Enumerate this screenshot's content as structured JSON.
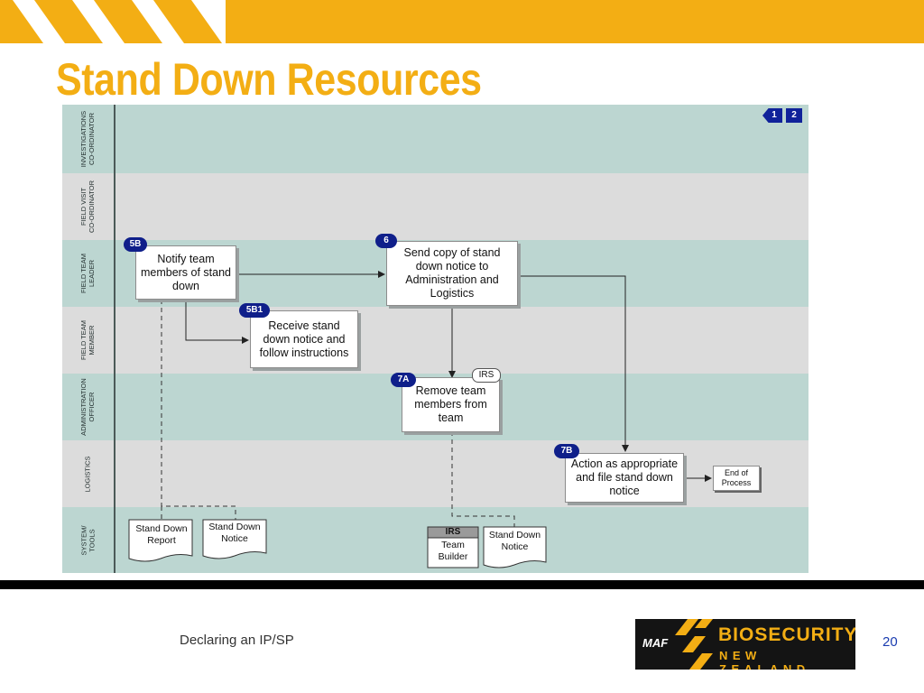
{
  "slide": {
    "title": "Stand Down Resources",
    "footer": "Declaring an IP/SP",
    "page_number": "20"
  },
  "logo": {
    "maf": "MAF",
    "line1": "BIOSECURITY",
    "line2": "NEW ZEALAND"
  },
  "nav": [
    "1",
    "2"
  ],
  "lanes": [
    "INVESTIGATIONS\nCO-ORDINATOR",
    "FIELD VISIT\nCO-ORDINATOR",
    "FIELD TEAM\nLEADER",
    "FIELD TEAM\nMEMBER",
    "ADMINISTRATION\nOFFICER",
    "LOGISTICS",
    "SYSTEM/\nTOOLS"
  ],
  "steps": {
    "s5b": {
      "badge": "5B",
      "text": "Notify team members of stand down"
    },
    "s5b1": {
      "badge": "5B1",
      "text": "Receive stand down notice and follow instructions"
    },
    "s6": {
      "badge": "6",
      "text": "Send copy of stand down notice to Administration and Logistics"
    },
    "s7a": {
      "badge": "7A",
      "tag": "IRS",
      "text": "Remove team members from team"
    },
    "s7b": {
      "badge": "7B",
      "text": "Action as appropriate and file stand down notice"
    },
    "end": {
      "text": "End of Process"
    }
  },
  "tools": {
    "doc1": "Stand Down Report",
    "doc2": "Stand Down Notice",
    "irs_header": "IRS",
    "irs_body": "Team Builder",
    "doc3": "Stand Down Notice"
  },
  "colors": {
    "accent": "#f3ae14",
    "lane_dark": "#bcd6d1",
    "lane_light": "#dcdcdc",
    "badge": "#0f1f8a"
  }
}
